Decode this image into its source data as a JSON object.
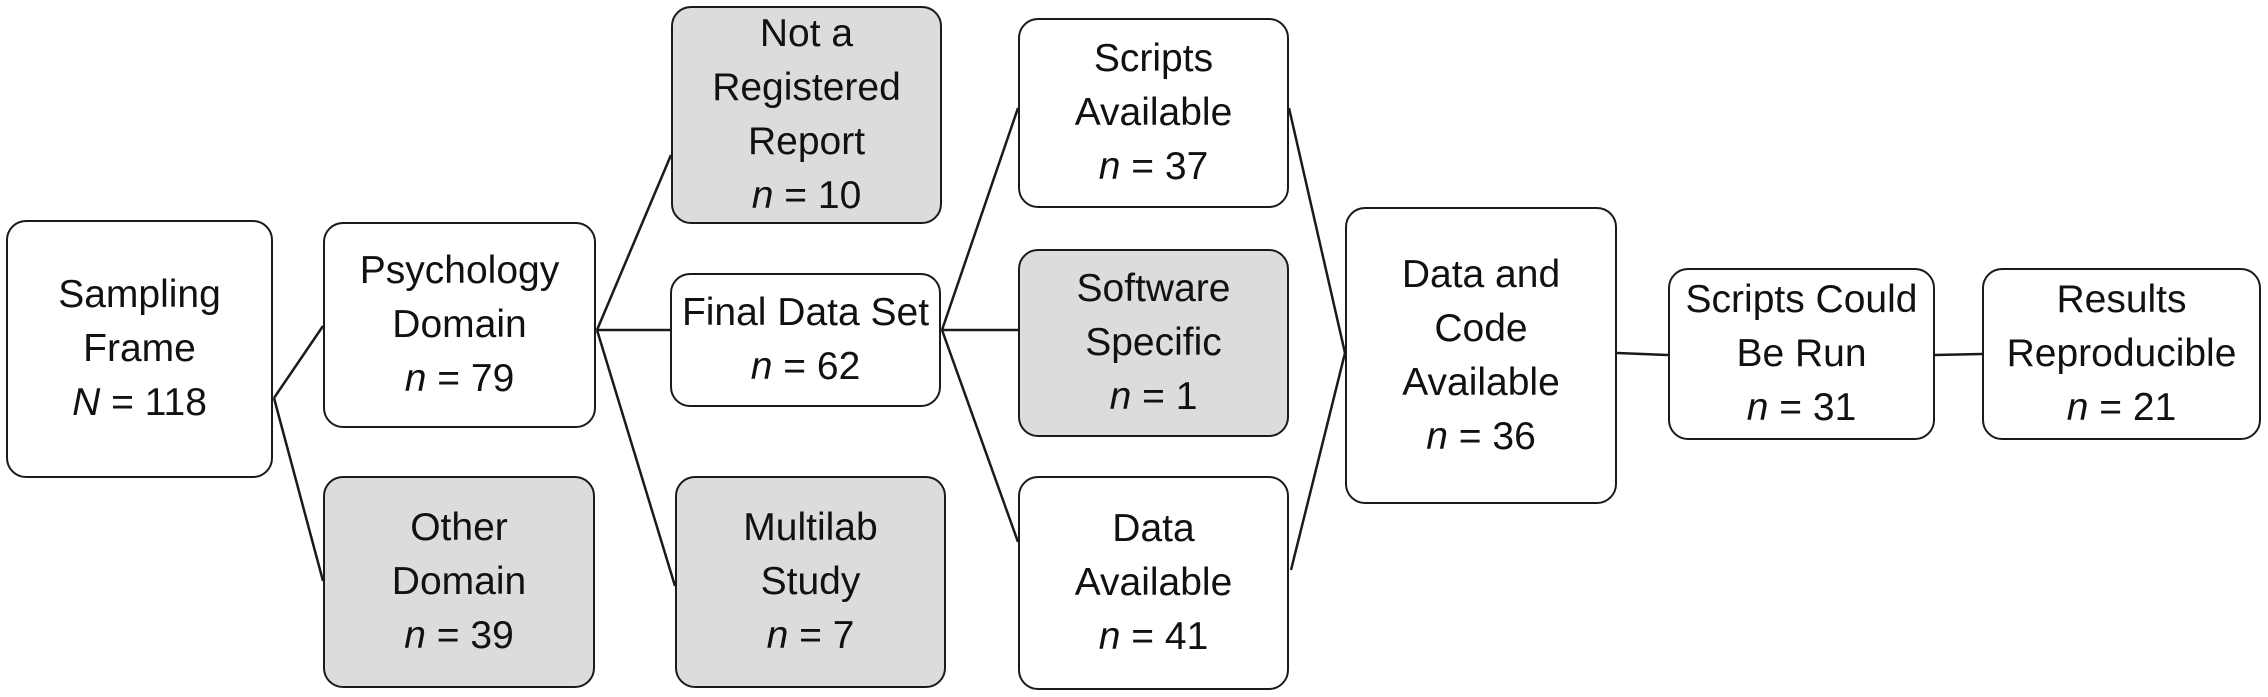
{
  "diagram": {
    "colors": {
      "box_border": "#1a1a1a",
      "shaded_fill": "#dcdcde",
      "plain_fill": "#ffffff",
      "line": "#1a1a1a"
    },
    "nodes": {
      "sampling_frame": {
        "lines": [
          "Sampling",
          "Frame"
        ],
        "count": "N = 118",
        "shaded": false
      },
      "psychology": {
        "lines": [
          "Psychology",
          "Domain"
        ],
        "count": "n = 79",
        "shaded": false
      },
      "other_domain": {
        "lines": [
          "Other",
          "Domain"
        ],
        "count": "n = 39",
        "shaded": true
      },
      "not_registered": {
        "lines": [
          "Not a",
          "Registered",
          "Report"
        ],
        "count": "n = 10",
        "shaded": true
      },
      "final_data_set": {
        "lines": [
          "Final Data Set"
        ],
        "count": "n = 62",
        "shaded": false
      },
      "multilab": {
        "lines": [
          "Multilab",
          "Study"
        ],
        "count": "n = 7",
        "shaded": true
      },
      "scripts_available": {
        "lines": [
          "Scripts",
          "Available"
        ],
        "count": "n = 37",
        "shaded": false
      },
      "software_specific": {
        "lines": [
          "Software",
          "Specific"
        ],
        "count": "n = 1",
        "shaded": true
      },
      "data_available": {
        "lines": [
          "Data",
          "Available"
        ],
        "count": "n = 41",
        "shaded": false
      },
      "data_and_code": {
        "lines": [
          "Data and",
          "Code",
          "Available"
        ],
        "count": "n = 36",
        "shaded": false
      },
      "scripts_run": {
        "lines": [
          "Scripts Could",
          "Be Run"
        ],
        "count": "n = 31",
        "shaded": false
      },
      "reproducible": {
        "lines": [
          "Results",
          "Reproducible"
        ],
        "count": "n = 21",
        "shaded": false
      }
    }
  }
}
